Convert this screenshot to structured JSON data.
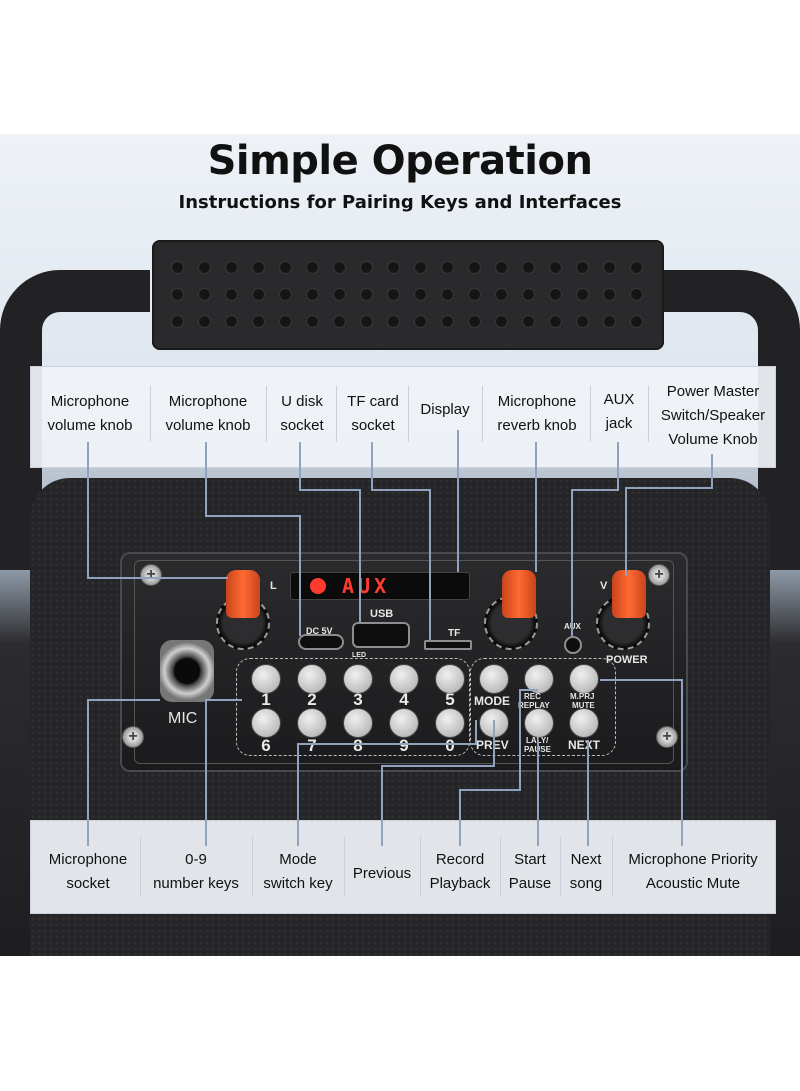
{
  "header": {
    "title": "Simple Operation",
    "subtitle": "Instructions for Pairing Keys and Interfaces"
  },
  "top_labels": [
    {
      "line1": "Microphone",
      "line2": "volume knob"
    },
    {
      "line1": "Microphone",
      "line2": "volume knob"
    },
    {
      "line1": "U disk",
      "line2": "socket"
    },
    {
      "line1": "TF card",
      "line2": "socket"
    },
    {
      "line1": "Display",
      "line2": ""
    },
    {
      "line1": "Microphone",
      "line2": "reverb knob"
    },
    {
      "line1": "AUX",
      "line2": "jack"
    },
    {
      "line1": "Power Master",
      "line2": "Switch/Speaker",
      "line3": "Volume Knob"
    }
  ],
  "bottom_labels": [
    {
      "line1": "Microphone",
      "line2": "socket"
    },
    {
      "line1": "0-9",
      "line2": "number keys"
    },
    {
      "line1": "Mode",
      "line2": "switch key"
    },
    {
      "line1": "Previous",
      "line2": ""
    },
    {
      "line1": "Record",
      "line2": "Playback"
    },
    {
      "line1": "Start",
      "line2": "Pause"
    },
    {
      "line1": "Next",
      "line2": "song"
    },
    {
      "line1": "Microphone Priority",
      "line2": "Acoustic Mute"
    }
  ],
  "panel": {
    "display": "AUX",
    "usb": "USB",
    "tf": "TF",
    "dc": "DC 5V",
    "led": "LED",
    "aux": "AUX",
    "power": "POWER",
    "mic": "MIC",
    "knob_l": "L",
    "knob_v": "V",
    "mode": "MODE",
    "rec1": "REC",
    "rec2": "REPLAY",
    "mprj1": "M.PRJ",
    "mprj2": "MUTE",
    "prev": "PREV",
    "play1": "LALY/",
    "play2": "PAUSE",
    "next": "NEXT",
    "row1_numbers": [
      "1",
      "2",
      "3",
      "4",
      "5"
    ],
    "row2_numbers": [
      "6",
      "7",
      "8",
      "9",
      "0"
    ]
  },
  "colors": {
    "accent": "#ff5a23",
    "line": "#8fa3bf",
    "display_red": "#ff3b2f"
  }
}
